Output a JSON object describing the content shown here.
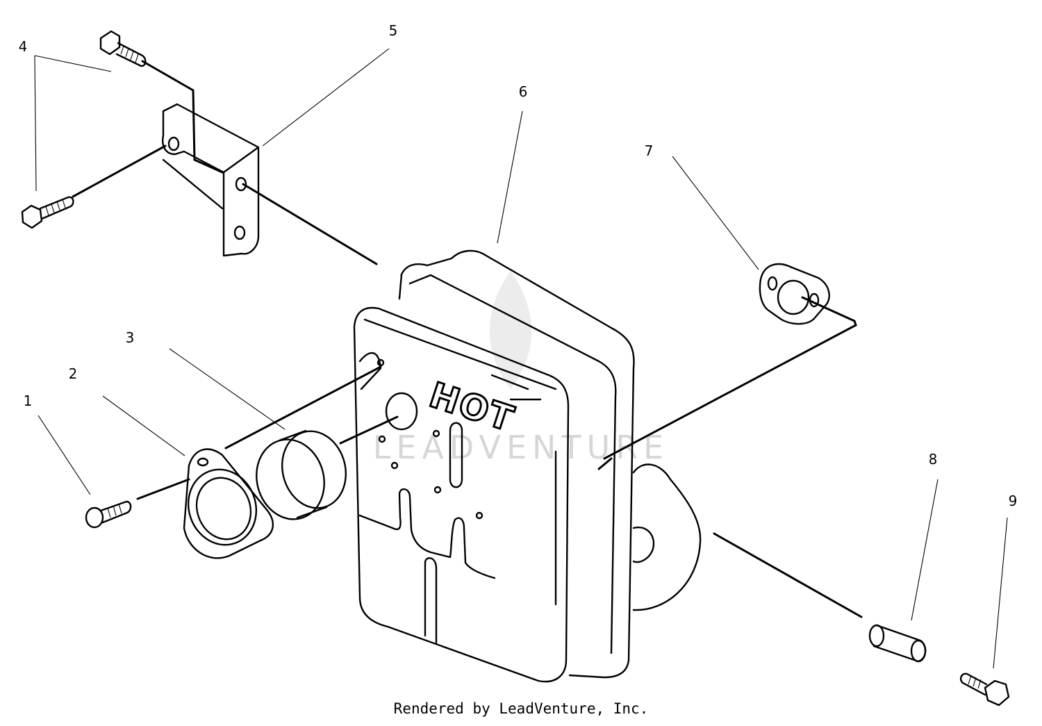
{
  "diagram": {
    "watermark": "LEADVENTURE",
    "hot_label": "HOT",
    "callouts": {
      "c1": "1",
      "c2": "2",
      "c3": "3",
      "c4": "4",
      "c5": "5",
      "c6": "6",
      "c7": "7",
      "c8": "8",
      "c9": "9"
    }
  },
  "footer": {
    "credit": "Rendered by LeadVenture, Inc."
  }
}
